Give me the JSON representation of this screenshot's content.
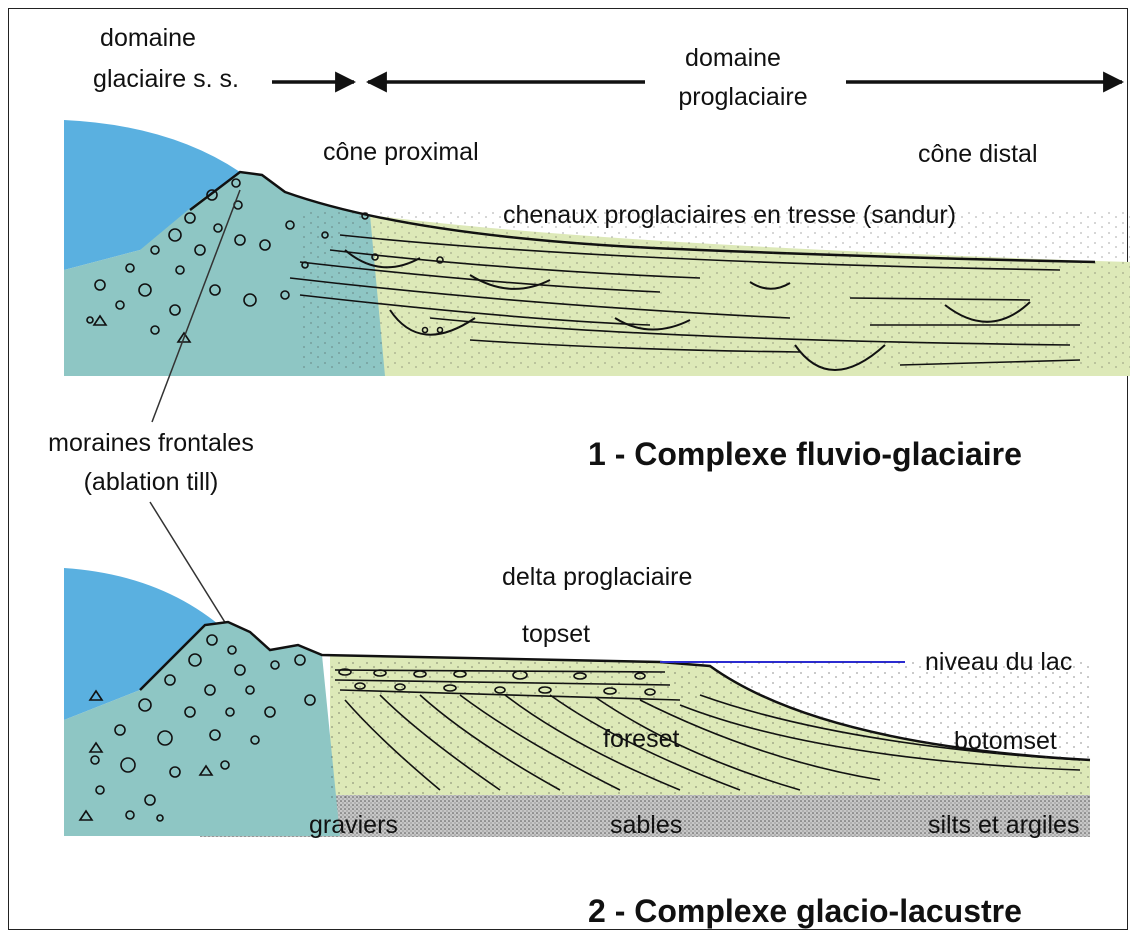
{
  "labels": {
    "domaine_glaciaire_1": "domaine",
    "domaine_glaciaire_2": "glaciaire  s. s.",
    "domaine_proglaciaire_1": "domaine",
    "domaine_proglaciaire_2": "proglaciaire",
    "cone_proximal": "cône proximal",
    "cone_distal": "cône distal",
    "chenaux": "chenaux proglaciaires en tresse (sandur)",
    "moraines_1": "moraines frontales",
    "moraines_2": "(ablation till)",
    "delta": "delta proglaciaire",
    "topset": "topset",
    "niveau_lac": "niveau du lac",
    "foreset": "foreset",
    "botomset": "botomset",
    "graviers": "graviers",
    "sables": "sables",
    "silts": "silts et argiles"
  },
  "titles": {
    "complexe_1": "1 - Complexe fluvio-glaciaire",
    "complexe_2": "2 - Complexe glacio-lacustre"
  },
  "colors": {
    "glacier": "#5ab0e0",
    "moraine": "#8ec6c4",
    "sediment": "#dde9b8",
    "gravel_band": "#c7c7c7",
    "lake_level": "#2b2bd0"
  }
}
